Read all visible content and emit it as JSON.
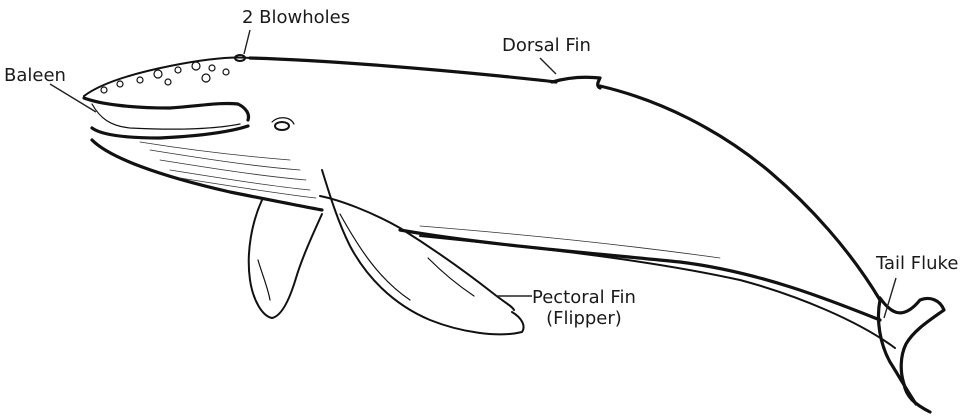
{
  "labels": {
    "blowholes": "2 Blowholes",
    "baleen": "Baleen",
    "dorsal_fin": "Dorsal Fin",
    "tail_fluke": "Tail Fluke",
    "pectoral_fin_line1": "Pectoral Fin",
    "pectoral_fin_line2": "(Flipper)"
  },
  "colors": {
    "line": "#111111",
    "background": "#ffffff",
    "text": "#1a1a1a"
  }
}
